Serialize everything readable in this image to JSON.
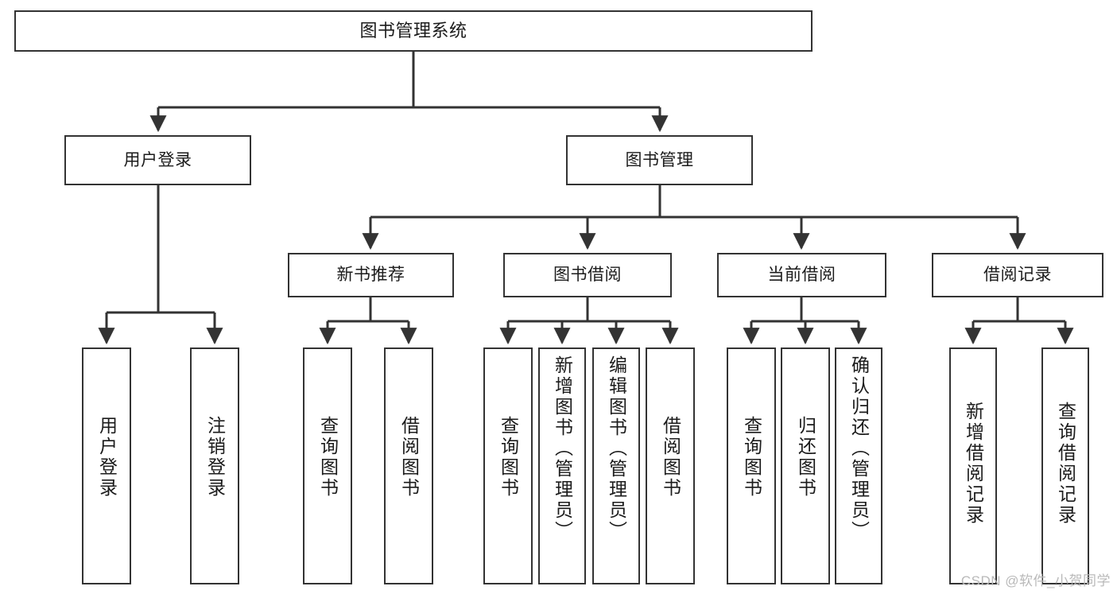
{
  "diagram": {
    "type": "tree-hierarchy",
    "title": "图书管理系统",
    "nodes": {
      "root": {
        "label": "图书管理系统"
      },
      "level2": [
        {
          "id": "user-login",
          "label": "用户登录"
        },
        {
          "id": "book-management",
          "label": "图书管理"
        }
      ],
      "level3": [
        {
          "id": "new-book-recommend",
          "label": "新书推荐"
        },
        {
          "id": "book-borrow",
          "label": "图书借阅"
        },
        {
          "id": "current-borrow",
          "label": "当前借阅"
        },
        {
          "id": "borrow-record",
          "label": "借阅记录"
        }
      ],
      "leaves": [
        {
          "id": "leaf-user-login",
          "label": "用户登录",
          "parent": "user-login"
        },
        {
          "id": "leaf-logout",
          "label": "注销登录",
          "parent": "user-login"
        },
        {
          "id": "leaf-query-book-1",
          "label": "查询图书",
          "parent": "new-book-recommend"
        },
        {
          "id": "leaf-borrow-book-1",
          "label": "借阅图书",
          "parent": "new-book-recommend"
        },
        {
          "id": "leaf-query-book-2",
          "label": "查询图书",
          "parent": "book-borrow"
        },
        {
          "id": "leaf-add-book",
          "label": "新增图书（管理员）",
          "parent": "book-borrow"
        },
        {
          "id": "leaf-edit-book",
          "label": "编辑图书（管理员）",
          "parent": "book-borrow"
        },
        {
          "id": "leaf-borrow-book-2",
          "label": "借阅图书",
          "parent": "book-borrow"
        },
        {
          "id": "leaf-query-book-3",
          "label": "查询图书",
          "parent": "current-borrow"
        },
        {
          "id": "leaf-return-book",
          "label": "归还图书",
          "parent": "current-borrow"
        },
        {
          "id": "leaf-confirm-return",
          "label": "确认归还（管理员）",
          "parent": "current-borrow"
        },
        {
          "id": "leaf-add-record",
          "label": "新增借阅记录",
          "parent": "borrow-record"
        },
        {
          "id": "leaf-query-record",
          "label": "查询借阅记录",
          "parent": "borrow-record"
        }
      ]
    },
    "colors": {
      "stroke": "#333333",
      "fill": "#ffffff",
      "text": "#1b1b1b",
      "watermark": "#b9b9b9"
    }
  },
  "watermark": {
    "text": "CSDN @软件_小贺同学"
  }
}
